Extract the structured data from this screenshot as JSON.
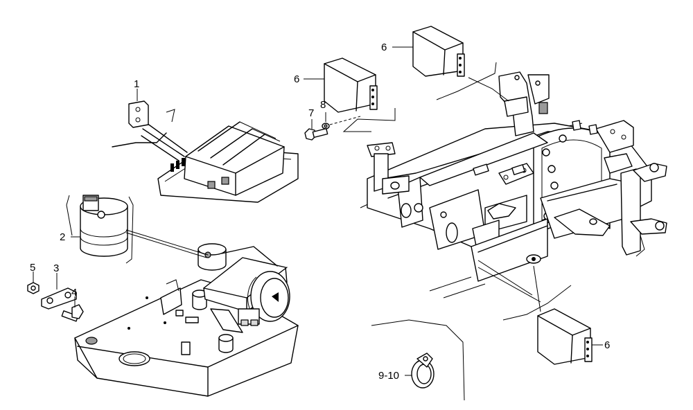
{
  "callouts": {
    "c1": "1",
    "c2": "2",
    "c3": "3",
    "c4": "4",
    "c5": "5",
    "c6a": "6",
    "c6b": "6",
    "c6c": "6",
    "c7": "7",
    "c8": "8",
    "c910": "9-10"
  }
}
